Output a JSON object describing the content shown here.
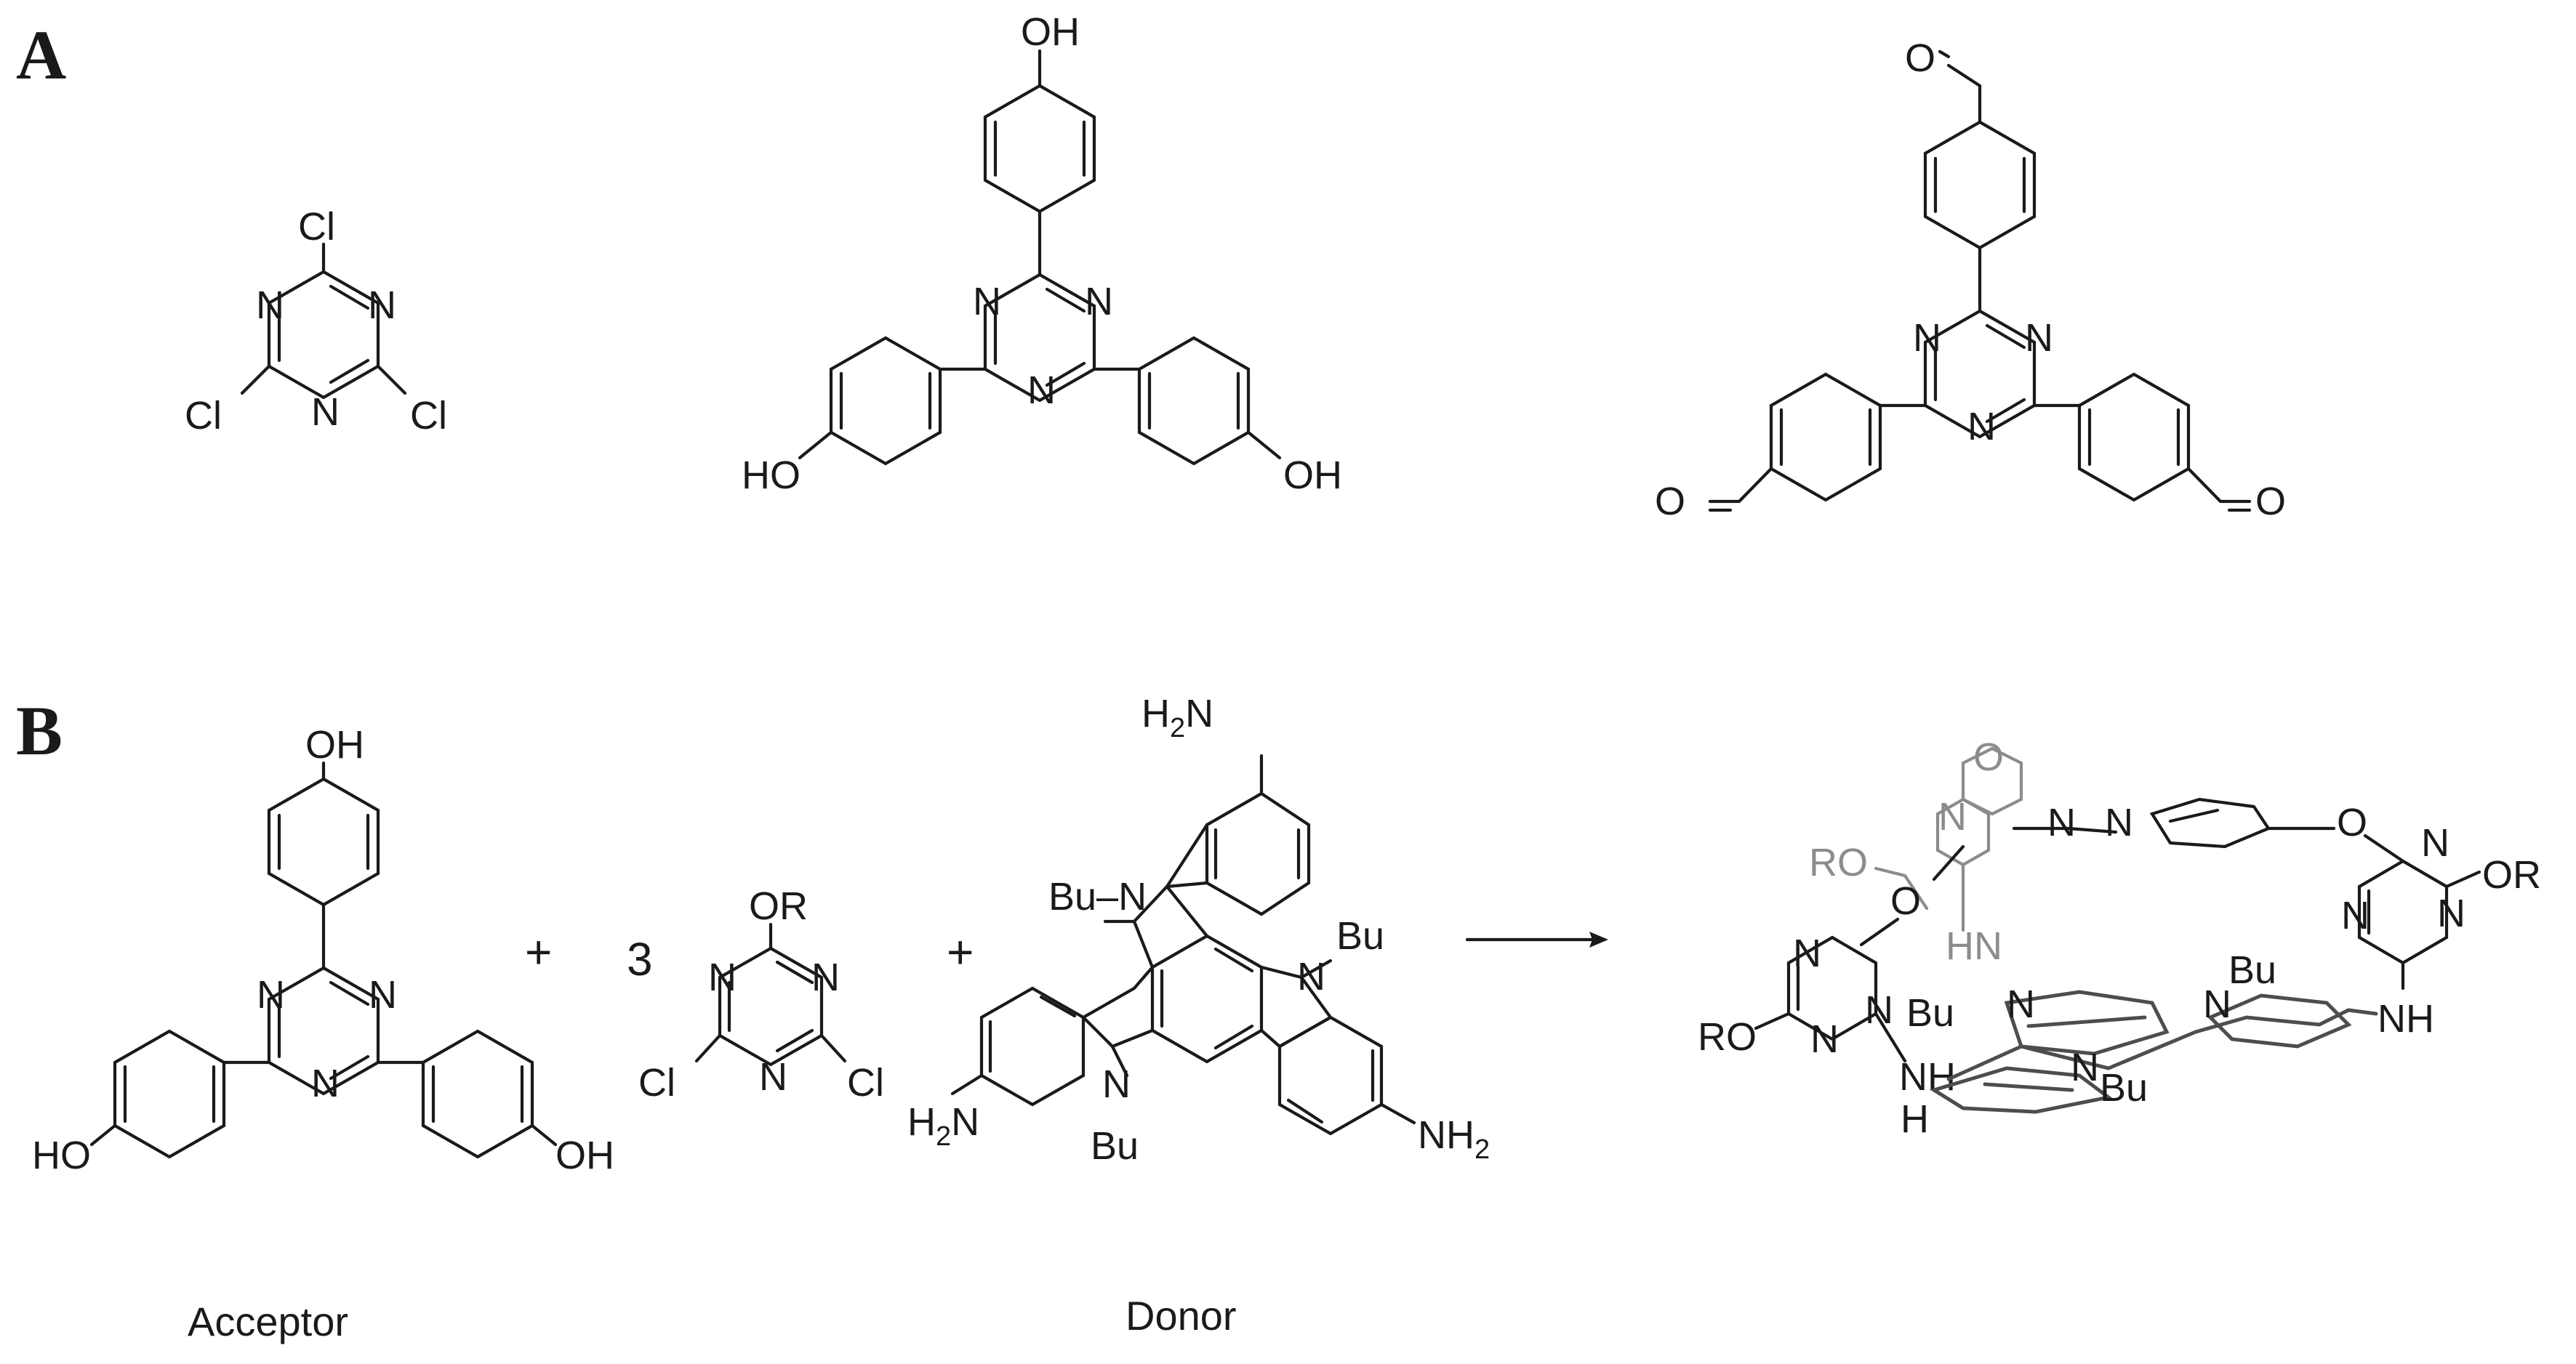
{
  "panels": {
    "a": "A",
    "b": "B"
  },
  "atoms": {
    "cl": "Cl",
    "n": "N",
    "oh": "OH",
    "ho": "HO",
    "o": "O",
    "h2n_h": "H",
    "h2n_n": "N",
    "h2n_sub": "2",
    "nh2_nh": "NH",
    "nh2_sub": "2",
    "or": "OR",
    "ro": "RO",
    "bu": "Bu",
    "bu_n": "Bu–N",
    "nh": "NH",
    "hn": "HN",
    "h": "H"
  },
  "reaction": {
    "plus": "+",
    "coefficient": "3"
  },
  "captions": {
    "acceptor": "Acceptor",
    "donor": "Donor"
  },
  "colors": {
    "ink": "#1a1a1a",
    "faded": "#8c8c8c",
    "shaded": "#4d4d4d",
    "background": "#ffffff"
  }
}
